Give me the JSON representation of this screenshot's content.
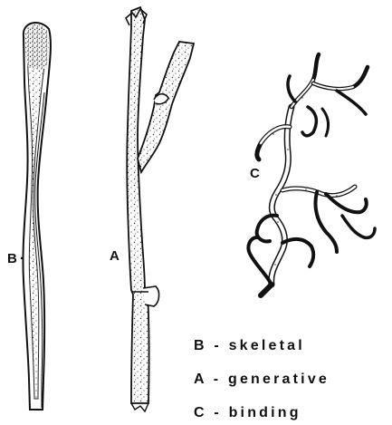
{
  "labels": {
    "hypha_b": "B",
    "hypha_b_suffix": "·",
    "hypha_a": "A",
    "hypha_c": "C"
  },
  "legend": {
    "skeletal": "B - skeletal",
    "generative": "A - generative",
    "binding": "C - binding"
  }
}
